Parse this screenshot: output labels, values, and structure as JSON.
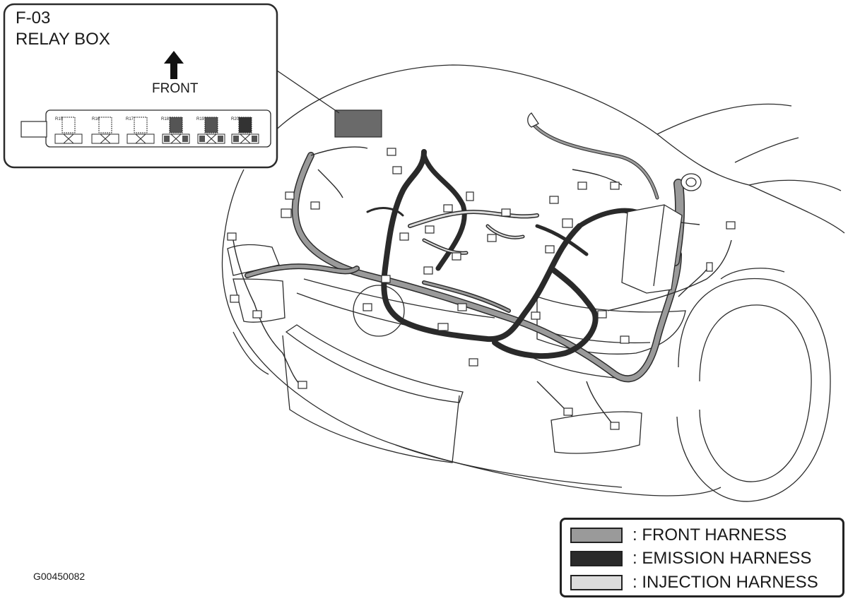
{
  "inset": {
    "title": "F-03",
    "subtitle": "RELAY BOX",
    "arrow_label": "FRONT",
    "relays": [
      "R15",
      "R16",
      "R17",
      "R18",
      "R19",
      "R20"
    ]
  },
  "legend": {
    "items": [
      {
        "label": ": FRONT HARNESS",
        "color": "#9a9a9a"
      },
      {
        "label": ": EMISSION HARNESS",
        "color": "#2a2a2a"
      },
      {
        "label": ": INJECTION HARNESS",
        "color": "#dcdcdc"
      }
    ]
  },
  "figure_id": "G00450082",
  "colors": {
    "line": "#2b2b2b",
    "front_harness": "#9a9a9a",
    "emission_harness": "#2a2a2a",
    "injection_harness": "#dcdcdc"
  }
}
